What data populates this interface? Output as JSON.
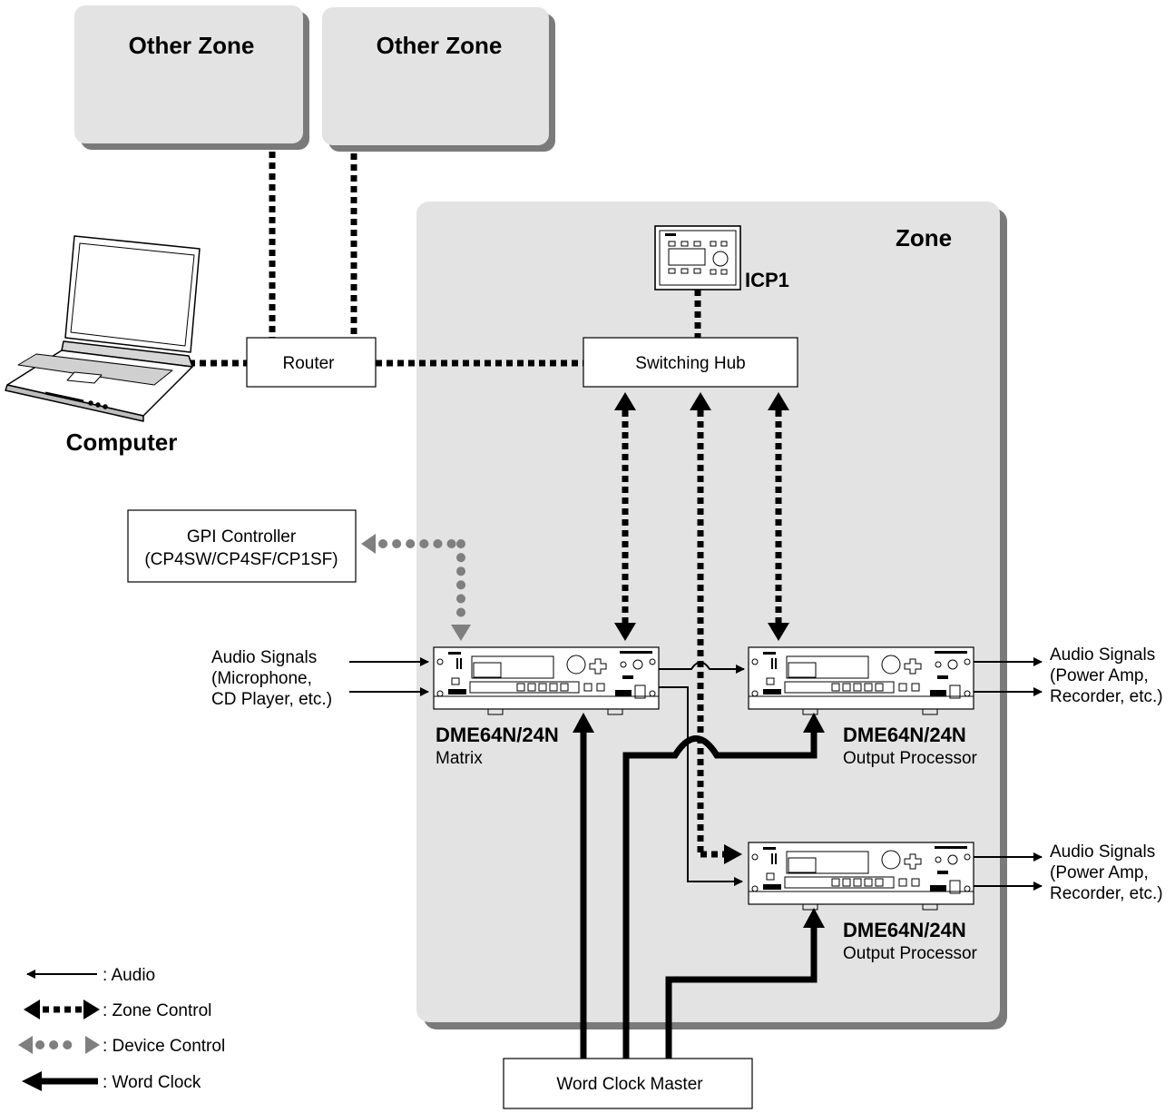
{
  "zones": {
    "other_zone_1": "Other Zone",
    "other_zone_2": "Other Zone",
    "zone": "Zone"
  },
  "nodes": {
    "computer": "Computer",
    "router": "Router",
    "switching_hub": "Switching Hub",
    "icp1": "ICP1",
    "gpi_line1": "GPI Controller",
    "gpi_line2": "(CP4SW/CP4SF/CP1SF)",
    "word_clock_master": "Word Clock Master"
  },
  "devices": {
    "matrix": {
      "model": "DME64N/24N",
      "role": "Matrix"
    },
    "output1": {
      "model": "DME64N/24N",
      "role": "Output Processor"
    },
    "output2": {
      "model": "DME64N/24N",
      "role": "Output Processor"
    }
  },
  "audio": {
    "input": [
      "Audio Signals",
      "(Microphone,",
      "CD Player, etc.)"
    ],
    "output1": [
      "Audio Signals",
      "(Power Amp,",
      "Recorder, etc.)"
    ],
    "output2": [
      "Audio Signals",
      "(Power Amp,",
      "Recorder, etc.)"
    ]
  },
  "legend": {
    "audio": ": Audio",
    "zone_control": ": Zone Control",
    "device_control": ": Device Control",
    "word_clock": ": Word Clock"
  },
  "colors": {
    "zone_fill": "#e3e3e3",
    "zone_shadow": "#7a7a7a",
    "device_control": "#7f7f7f",
    "line": "#000000"
  }
}
